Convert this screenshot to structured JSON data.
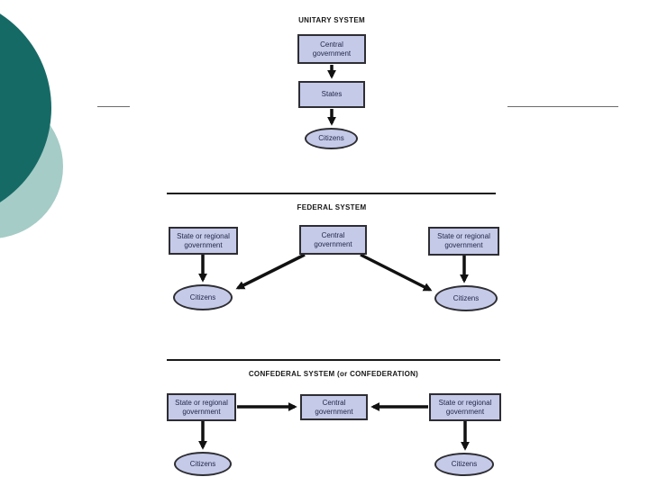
{
  "slide": {
    "background_color": "#ffffff",
    "decor": {
      "dark_circle_color": "#166a66",
      "light_circle_color": "#a5ccc7"
    }
  },
  "diagram": {
    "node_fill_color": "#c5cae9",
    "node_border_color": "#2e2e33",
    "connector_color": "#111111",
    "sections": {
      "unitary": {
        "title": "UNITARY SYSTEM",
        "nodes": {
          "central": "Central\ngovernment",
          "states": "States",
          "citizens": "Citizens"
        },
        "edges": [
          {
            "from": "central",
            "to": "states",
            "style": "arrow-down"
          },
          {
            "from": "states",
            "to": "citizens",
            "style": "arrow-down"
          }
        ]
      },
      "federal": {
        "title": "FEDERAL SYSTEM",
        "nodes": {
          "left_state": "State or regional\ngovernment",
          "central": "Central\ngovernment",
          "right_state": "State or regional\ngovernment",
          "left_citizens": "Citizens",
          "right_citizens": "Citizens"
        },
        "edges": [
          {
            "from": "left_state",
            "to": "left_citizens",
            "style": "arrow-down"
          },
          {
            "from": "central",
            "to": "left_citizens",
            "style": "arrow-diagonal"
          },
          {
            "from": "central",
            "to": "right_citizens",
            "style": "arrow-diagonal"
          },
          {
            "from": "right_state",
            "to": "right_citizens",
            "style": "arrow-down"
          }
        ]
      },
      "confederal": {
        "title": "CONFEDERAL SYSTEM (or CONFEDERATION)",
        "nodes": {
          "left_state": "State or regional\ngovernment",
          "central": "Central\ngovernment",
          "right_state": "State or regional\ngovernment",
          "left_citizens": "Citizens",
          "right_citizens": "Citizens"
        },
        "edges": [
          {
            "from": "left_state",
            "to": "central",
            "style": "arrow-right"
          },
          {
            "from": "right_state",
            "to": "central",
            "style": "arrow-left"
          },
          {
            "from": "left_state",
            "to": "left_citizens",
            "style": "arrow-down"
          },
          {
            "from": "right_state",
            "to": "right_citizens",
            "style": "arrow-down"
          }
        ]
      }
    }
  }
}
